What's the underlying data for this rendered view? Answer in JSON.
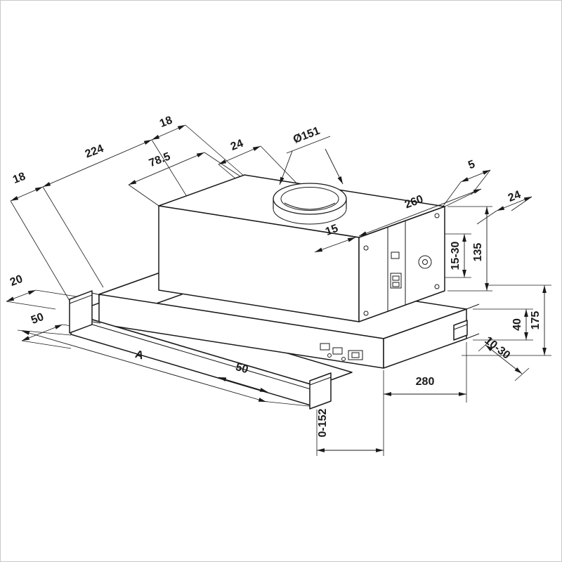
{
  "drawing": {
    "colors": {
      "line": "#1a1a1a",
      "background": "#ffffff",
      "frame": "#c9c9c9"
    }
  },
  "dims": {
    "top_18_left": "18",
    "top_224": "224",
    "top_18_right": "18",
    "top_78_5": "78.5",
    "top_24": "24",
    "duct_diameter": "Ø151",
    "top_5": "5",
    "depth_260": "260",
    "right_24": "24",
    "collar_15": "15",
    "adjust_15_30": "15-30",
    "height_135": "135",
    "height_175": "175",
    "height_40": "40",
    "left_20": "20",
    "left_50": "50",
    "width_A": "A",
    "front_50": "50",
    "depth_280": "280",
    "wall_10_30": "10-30",
    "extension_0_152": "0-152"
  }
}
